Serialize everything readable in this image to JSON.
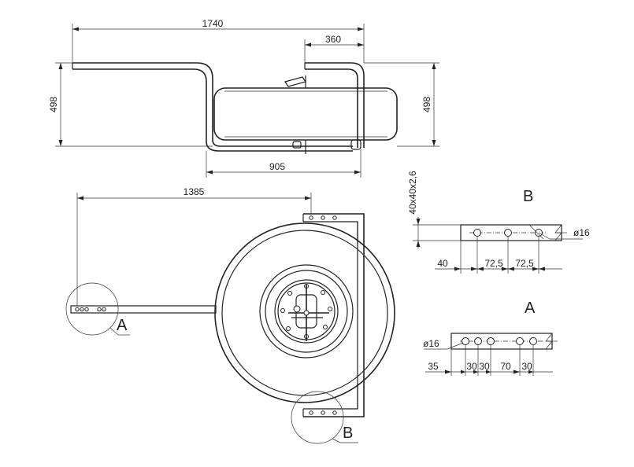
{
  "dimensions": {
    "overall_length": "1740",
    "hub_offset": "360",
    "height_left": "498",
    "height_right": "498",
    "wheel_base": "905",
    "tow_length": "1385",
    "profile": "40x40x2,6",
    "b_hole_dia": "ø16",
    "b_first": "40",
    "b_pitch_1": "72,5",
    "b_pitch_2": "72,5",
    "a_hole_dia": "ø16",
    "a_first": "35",
    "a_pitch_1": "30",
    "a_pitch_2": "30",
    "a_pitch_3": "70",
    "a_pitch_4": "30"
  },
  "detail_labels": {
    "a_callout": "A",
    "b_callout": "B",
    "a_title": "A",
    "b_title": "B"
  }
}
